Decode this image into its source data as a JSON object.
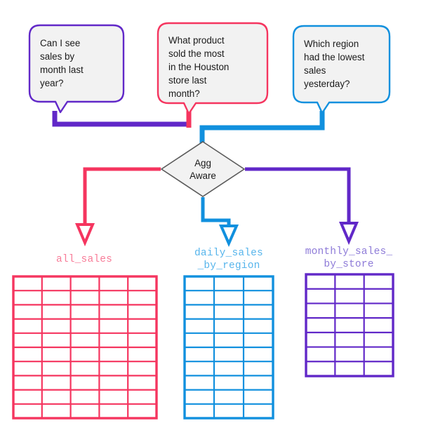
{
  "diagram": {
    "title": "Agg Aware routing diagram",
    "colors": {
      "pink": "#F5355F",
      "blue": "#1190DE",
      "purple": "#6128C8",
      "label_pink": "#F87C98",
      "label_blue": "#57B5EC",
      "label_purple": "#8E7BD8",
      "bubble_fill": "#F2F2F2",
      "diamond_fill": "#F2F2F2",
      "diamond_stroke": "#5B5B5B",
      "text": "#1a1a1a"
    },
    "questions": [
      {
        "id": "question-month-sales",
        "lines": [
          "Can I see",
          "sales by",
          "month last",
          "year?"
        ],
        "accent": "#6128C8"
      },
      {
        "id": "question-houston-product",
        "lines": [
          "What product",
          "sold the most",
          "in the Houston",
          "store last",
          "month?"
        ],
        "accent": "#F5355F"
      },
      {
        "id": "question-lowest-region",
        "lines": [
          "Which region",
          "had the lowest",
          "sales",
          "yesterday?"
        ],
        "accent": "#1190DE"
      }
    ],
    "decision": {
      "id": "agg-aware-node",
      "lines": [
        "Agg",
        "Aware"
      ]
    },
    "tables": [
      {
        "id": "table-all-sales",
        "label_lines": [
          "all_sales"
        ],
        "accent": "#F5355F",
        "label_color": "#F87C98",
        "columns": 5,
        "rows": 10
      },
      {
        "id": "table-daily-sales-by-region",
        "label_lines": [
          "daily_sales",
          "_by_region"
        ],
        "accent": "#1190DE",
        "label_color": "#57B5EC",
        "columns": 3,
        "rows": 10
      },
      {
        "id": "table-monthly-sales-by-store",
        "label_lines": [
          "monthly_sales_",
          "by_store"
        ],
        "accent": "#6128C8",
        "label_color": "#8E7BD8",
        "columns": 3,
        "rows": 7
      }
    ]
  }
}
